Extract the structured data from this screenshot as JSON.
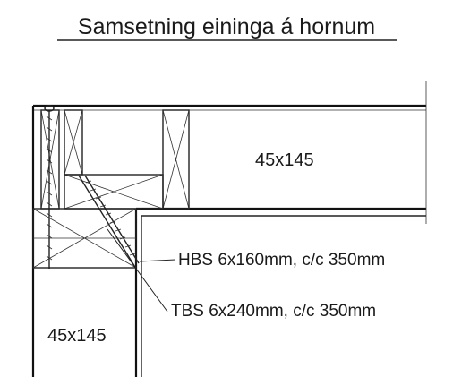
{
  "title": "Samsetning eininga á hornum",
  "labels": {
    "horizontal_beam": "45x145",
    "vertical_post": "45x145",
    "hbs_screw": "HBS 6x160mm, c/c 350mm",
    "tbs_screw": "TBS 6x240mm, c/c 350mm"
  },
  "colors": {
    "ink": "#1a1a1a",
    "paper": "#ffffff"
  }
}
